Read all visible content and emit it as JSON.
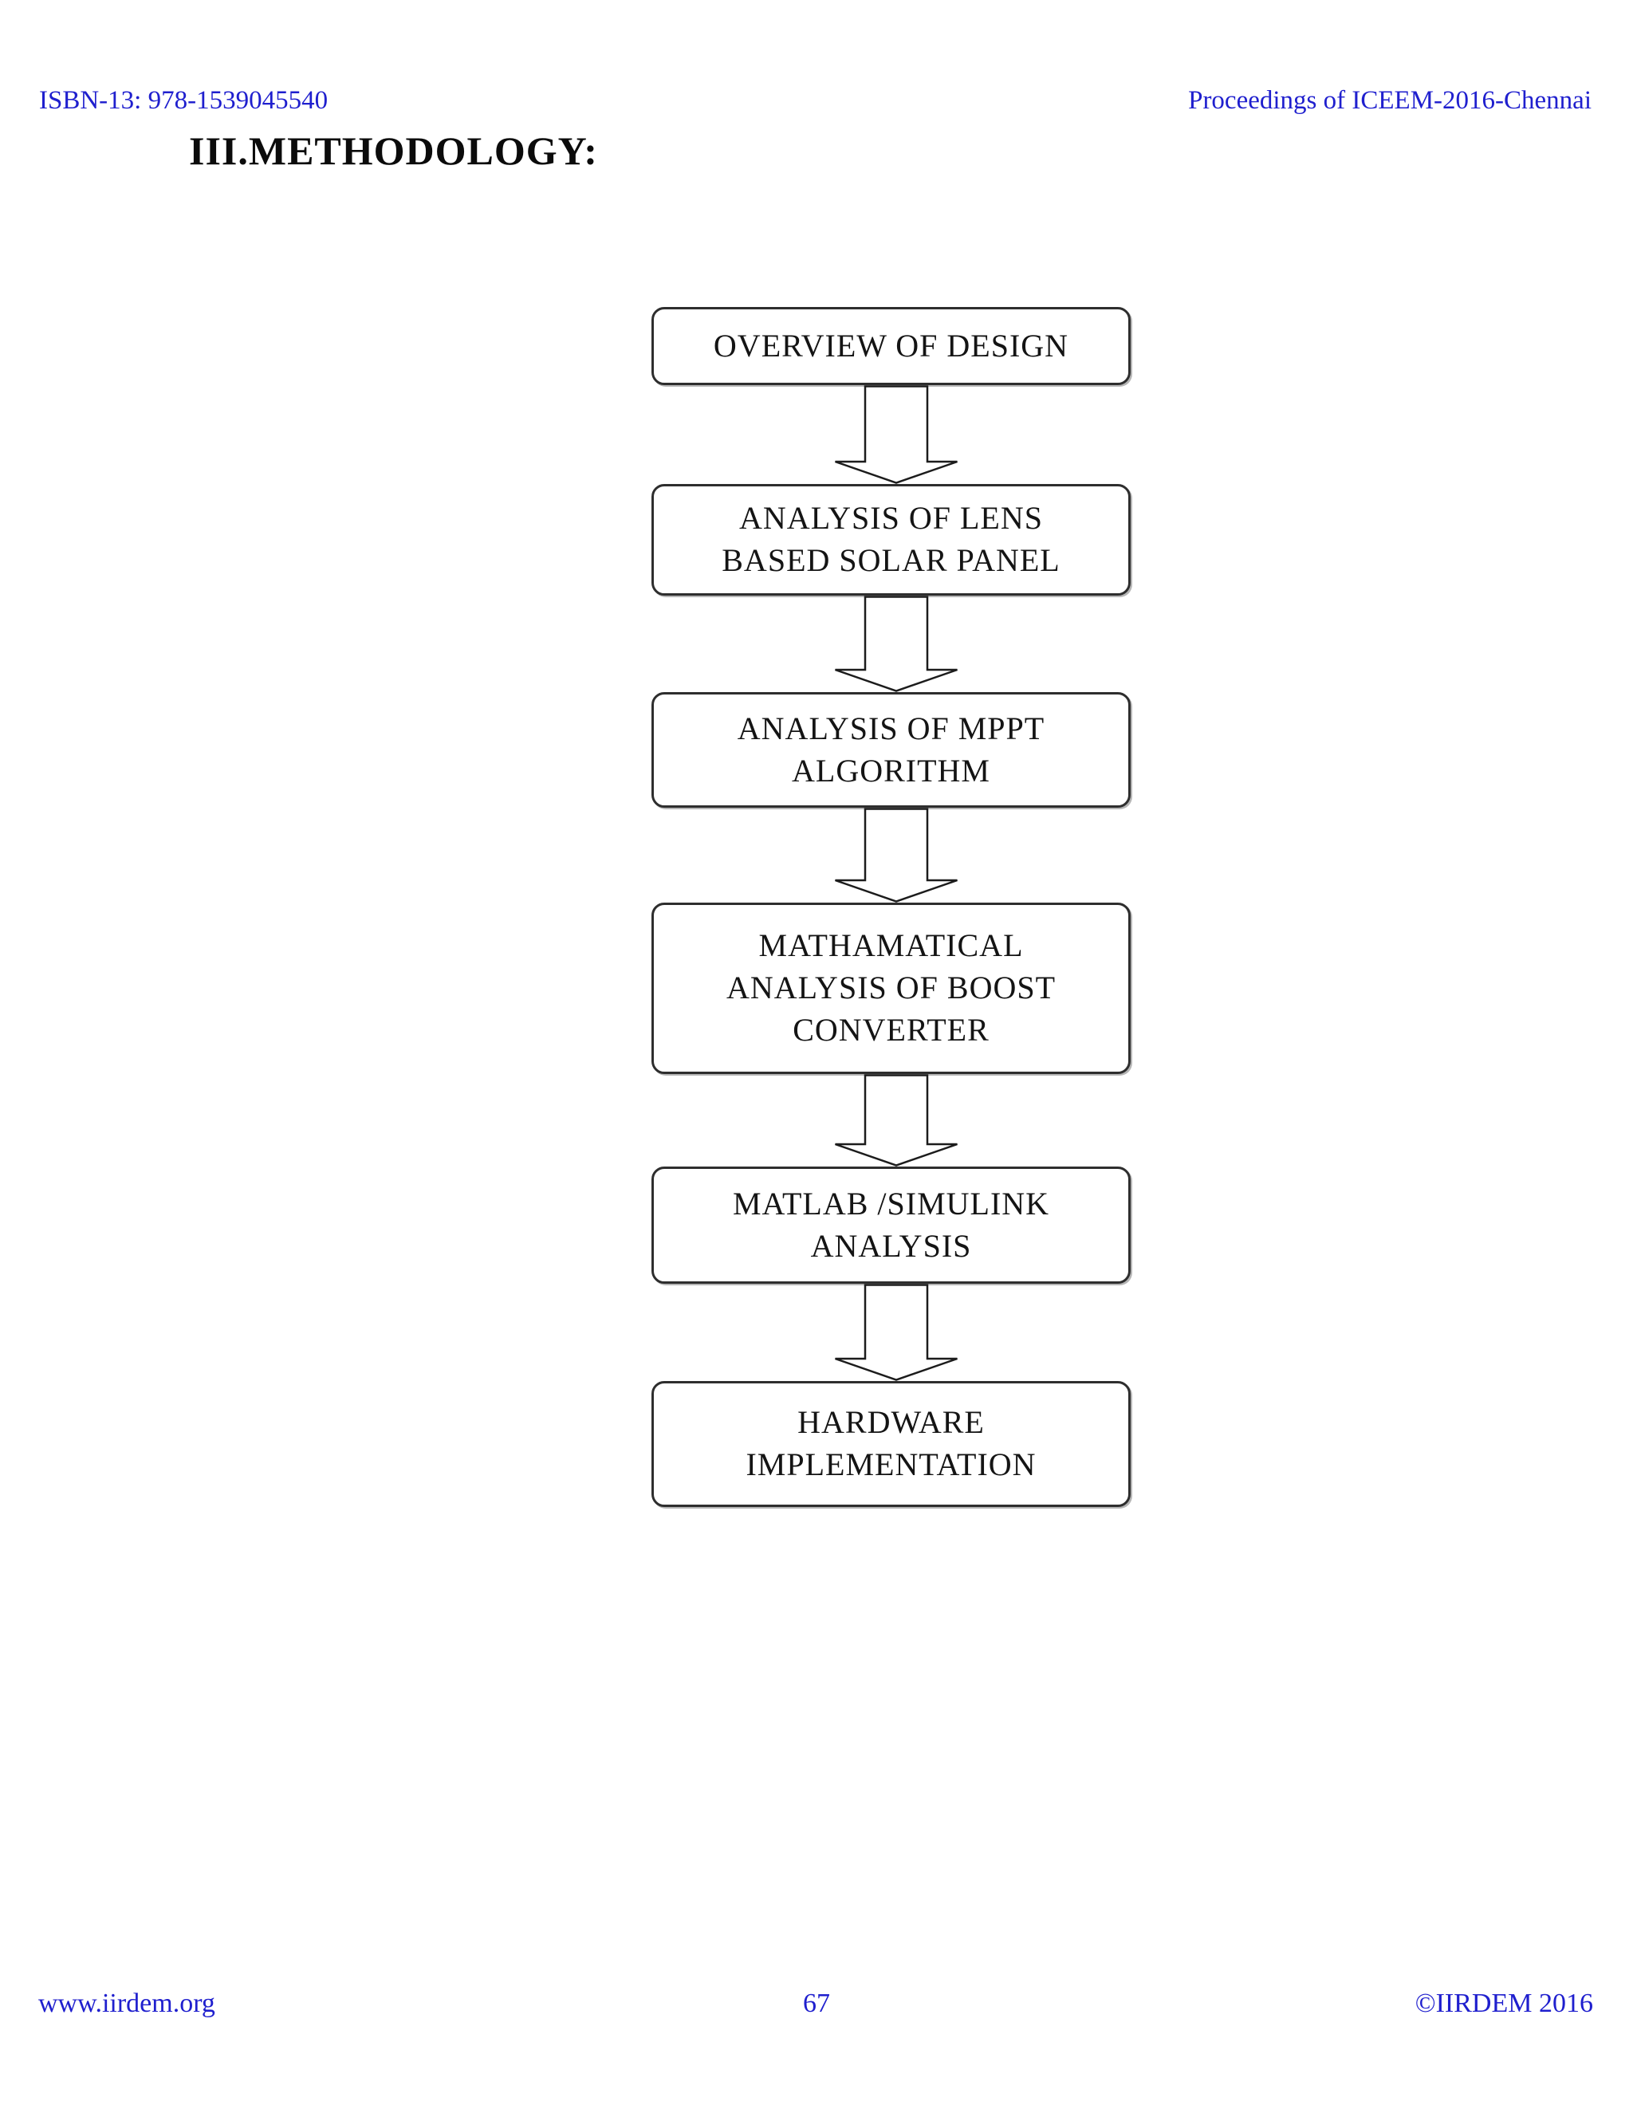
{
  "page": {
    "header": {
      "left": "ISBN-13: 978-1539045540",
      "right": "Proceedings of ICEEM-2016-Chennai"
    },
    "section_title": "III.METHODOLOGY:",
    "footer": {
      "left": "www.iirdem.org",
      "page_number": "67",
      "right": "©IIRDEM 2016"
    },
    "colors": {
      "link_blue": "#1f1fce",
      "box_border": "#2e2e2e"
    }
  },
  "flowchart": {
    "steps": [
      {
        "label": "OVERVIEW OF DESIGN"
      },
      {
        "label": "ANALYSIS OF LENS\nBASED SOLAR PANEL"
      },
      {
        "label": "ANALYSIS OF MPPT\nALGORITHM"
      },
      {
        "label": "MATHAMATICAL\nANALYSIS OF BOOST\nCONVERTER"
      },
      {
        "label": "MATLAB /SIMULINK\nANALYSIS"
      },
      {
        "label": "HARDWARE\nIMPLEMENTATION"
      }
    ]
  }
}
